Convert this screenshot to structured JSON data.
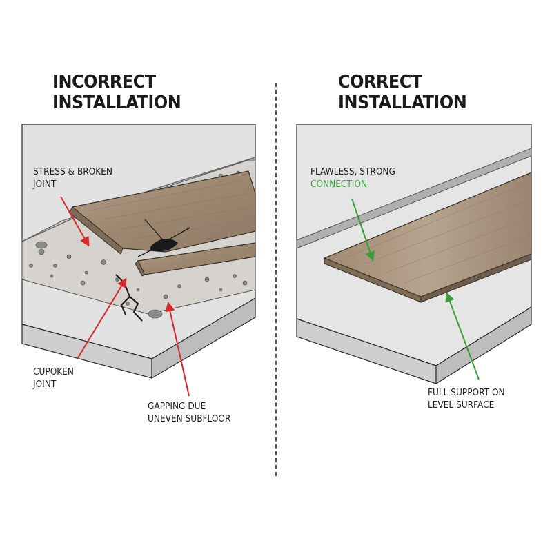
{
  "headings": {
    "incorrect": [
      "INCORRECT",
      "INSTALLATION"
    ],
    "correct": [
      "CORRECT",
      "INSTALLATION"
    ]
  },
  "labels": {
    "stress": [
      "STRESS & BROKEN",
      "JOINT"
    ],
    "cupoken": [
      "CUPOKEN",
      "JOINT"
    ],
    "gapping": [
      "GAPPING DUE",
      "UNEVEN SUBFLOOR"
    ],
    "flawless": [
      "FLAWLESS, STRONG",
      "CONNECTION"
    ],
    "support": [
      "FULL SUPPORT ON",
      "LEVEL SURFACE"
    ]
  },
  "colors": {
    "incorrect_arrow": "#d8262b",
    "correct_arrow": "#3b9b3b",
    "wood": "#a08b74",
    "concrete": "#d7d7d7"
  }
}
